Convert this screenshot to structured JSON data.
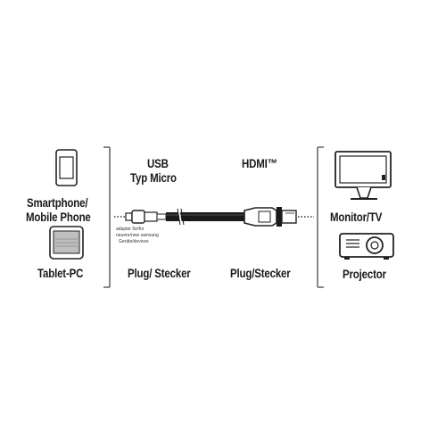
{
  "left_devices": {
    "smartphone_label_line1": "Smartphone/",
    "smartphone_label_line2": "Mobile Phone",
    "tablet_label": "Tablet-PC"
  },
  "usb_end": {
    "title_line1": "USB",
    "title_line2": "Typ Micro",
    "plug_label": "Plug/ Stecker",
    "adapter_note_line1": "adapter für/for",
    "adapter_note_line2": "neuere/new samsung",
    "adapter_note_line3": "Geräte/devices"
  },
  "hdmi_end": {
    "title": "HDMI™",
    "plug_label": "Plug/Stecker"
  },
  "right_devices": {
    "monitor_label": "Monitor/TV",
    "projector_label": "Projector"
  },
  "icons": [
    "smartphone-icon",
    "tablet-icon",
    "monitor-icon",
    "projector-icon",
    "micro-usb-plug-icon",
    "hdmi-plug-icon"
  ],
  "colors": {
    "ink": "#1a1a1a",
    "line_gray": "#555555",
    "screen_gray": "#bfbfbf"
  }
}
